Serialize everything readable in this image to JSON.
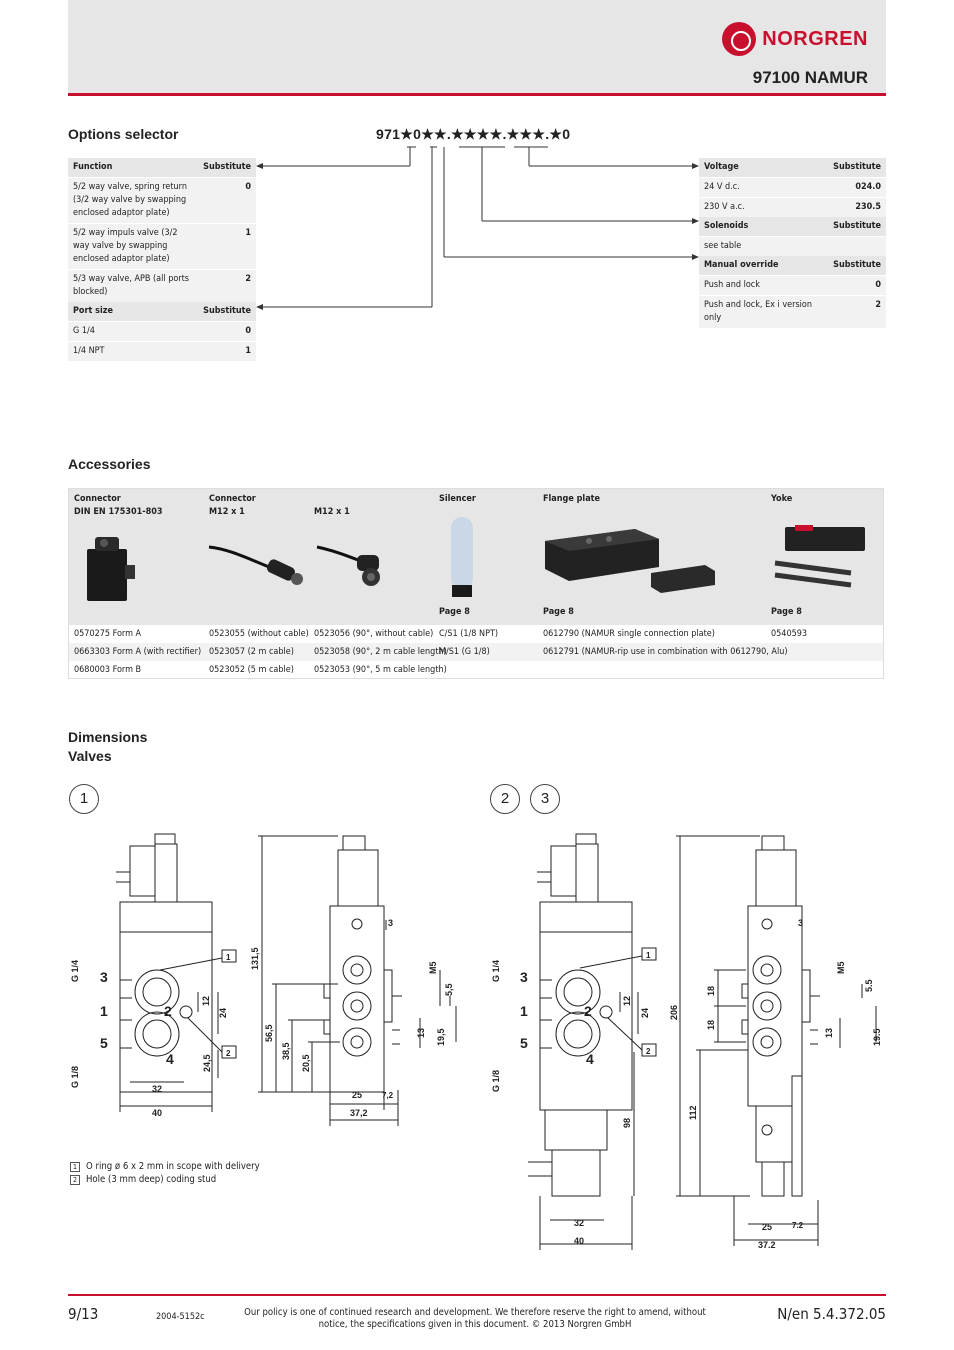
{
  "header": {
    "brand": "NORGREN",
    "title": "97100 NAMUR"
  },
  "options": {
    "heading": "Options selector",
    "code": "971★0★★.★★★★.★★★.★0",
    "left": [
      {
        "type": "hd",
        "label": "Function",
        "sub": "Substitute"
      },
      {
        "type": "rw",
        "label": "5/2 way valve, spring return (3/2 way valve by swapping enclosed adaptor plate)",
        "sub": "0"
      },
      {
        "type": "rw",
        "label": "5/2 way impuls valve (3/2 way valve by swapping enclosed adaptor plate)",
        "sub": "1"
      },
      {
        "type": "rw",
        "label": "5/3 way valve, APB (all ports blocked)",
        "sub": "2"
      },
      {
        "type": "hd",
        "label": "Port size",
        "sub": "Substitute"
      },
      {
        "type": "rw",
        "label": "G 1/4",
        "sub": "0"
      },
      {
        "type": "rw",
        "label": "1/4 NPT",
        "sub": "1"
      }
    ],
    "right": [
      {
        "type": "hd",
        "label": "Voltage",
        "sub": "Substitute"
      },
      {
        "type": "rw",
        "label": "24 V d.c.",
        "sub": "024.0"
      },
      {
        "type": "rw",
        "label": "230 V a.c.",
        "sub": "230.5"
      },
      {
        "type": "hd",
        "label": "Solenoids",
        "sub": "Substitute"
      },
      {
        "type": "rw",
        "label": "see table",
        "sub": ""
      },
      {
        "type": "hd",
        "label": "Manual override",
        "sub": "Substitute"
      },
      {
        "type": "rw",
        "label": "Push and lock",
        "sub": "0"
      },
      {
        "type": "rw",
        "label": "Push and lock, Ex i version only",
        "sub": "2"
      }
    ]
  },
  "accessories": {
    "heading": "Accessories",
    "columns": [
      {
        "title": "Connector\nDIN EN 175301-803",
        "page": ""
      },
      {
        "title": "Connector\nM12 x 1",
        "page": ""
      },
      {
        "title": "\nM12 x 1",
        "page": ""
      },
      {
        "title": "Silencer",
        "page": "Page 8"
      },
      {
        "title": "Flange plate",
        "page": "Page 8"
      },
      {
        "title": "Yoke",
        "page": "Page 8"
      }
    ],
    "rows": [
      [
        "0570275 Form A",
        "0523055 (without cable)",
        "0523056 (90°, without cable)",
        "C/S1 (1/8 NPT)",
        "0612790 (NAMUR single connection plate)",
        "0540593"
      ],
      [
        "0663303 Form A (with rectifier)",
        "0523057 (2 m cable)",
        "0523058 (90°, 2 m cable length)",
        "M/S1 (G 1/8)",
        "0612791 (NAMUR-rip use in combination with 0612790, Alu)",
        ""
      ],
      [
        "0680003 Form B",
        "0523052 (5 m cable)",
        "0523053 (90°, 5 m cable length)",
        "",
        "",
        ""
      ]
    ]
  },
  "dimensions": {
    "heading1": "Dimensions",
    "heading2": "Valves",
    "circle1": "1",
    "circle2": "2",
    "circle3": "3",
    "notes": [
      {
        "n": "1",
        "text": "O ring ø 6 x 2 mm in scope with delivery"
      },
      {
        "n": "2",
        "text": "Hole (3 mm deep) coding stud"
      }
    ],
    "labels": {
      "g14": "G 1/4",
      "g18": "G 1/8",
      "p1": "1",
      "p2": "2",
      "p3": "3",
      "p4": "4",
      "p5": "5",
      "d32": "32",
      "d40": "40",
      "d24": "24",
      "d12": "12",
      "d245": "24,5",
      "d1315": "131,5",
      "d565": "56,5",
      "d385": "38,5",
      "d205": "20,5",
      "d25": "25",
      "d72": "7,2",
      "d372": "37,2",
      "d13": "13",
      "d195": "19,5",
      "d55": "5,5",
      "m5": "M5",
      "d206": "206",
      "d98": "98",
      "d112": "112",
      "d18": "18",
      "d372b": "37.2",
      "d55b": "5.5",
      "d195b": "19.5",
      "d72b": "7.2",
      "c1": "1",
      "c2": "2"
    }
  },
  "footer": {
    "page": "9/13",
    "code": "2004-5152c",
    "policy": "Our policy is one of continued research and development. We therefore reserve the right to amend, without notice, the specifications given in this document. © 2013 Norgren GmbH",
    "ref": "N/en 5.4.372.05"
  }
}
